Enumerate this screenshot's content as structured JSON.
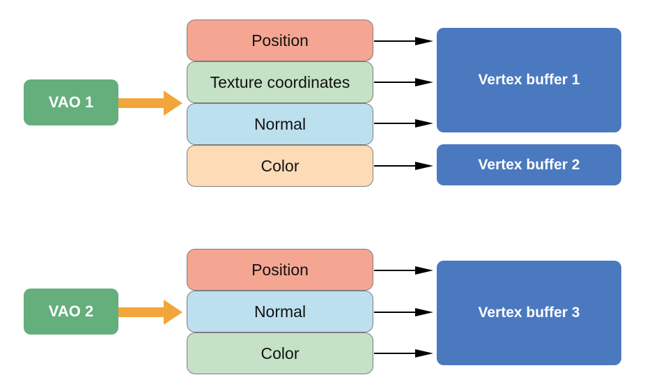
{
  "colors": {
    "vao": "#64af7c",
    "buffer": "#4a79bf",
    "position": "#f4a692",
    "texture_coordinates": "#c5e1c6",
    "normal": "#bde0ef",
    "color_attr_group1": "#fddbb7",
    "color_attr_group2": "#c5e1c6",
    "vao_arrow": "#f2a53a",
    "link_arrow": "#000000"
  },
  "group1": {
    "vao_label": "VAO 1",
    "attributes": {
      "position": "Position",
      "texture_coordinates": "Texture coordinates",
      "normal": "Normal",
      "color": "Color"
    },
    "buffers": {
      "buffer_a": "Vertex buffer 1",
      "buffer_b": "Vertex buffer 2"
    }
  },
  "group2": {
    "vao_label": "VAO 2",
    "attributes": {
      "position": "Position",
      "normal": "Normal",
      "color": "Color"
    },
    "buffers": {
      "buffer_a": "Vertex buffer 3"
    }
  }
}
